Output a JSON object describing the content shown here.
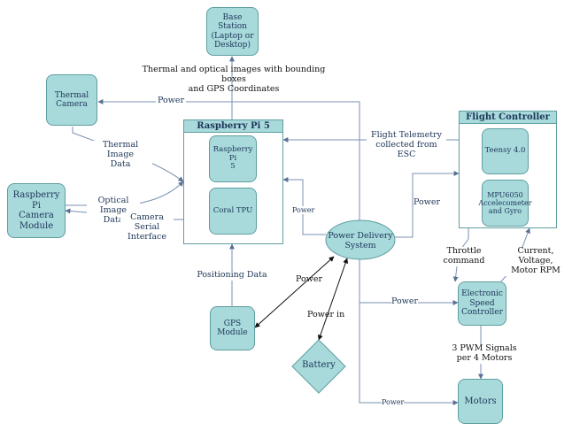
{
  "nodes": {
    "base_station": "Base Station\n(Laptop or\nDesktop)",
    "thermal_camera": "Thermal\nCamera",
    "rpi_camera": "Raspberry Pi\nCamera\nModule",
    "rpi5_inner": "Raspberry Pi\n5",
    "coral_tpu": "Coral TPU",
    "power_delivery": "Power Delivery\nSystem",
    "teensy": "Teensy 4.0",
    "mpu": "MPU6050\nAccelecometer\nand Gyro",
    "esc": "Electronic\nSpeed\nController",
    "gps": "GPS\nModule",
    "battery": "Battery",
    "motors": "Motors"
  },
  "groups": {
    "rpi5": "Raspberry Pi 5",
    "flight_controller": "Flight Controller"
  },
  "edge_labels": {
    "to_base": "Thermal and optical images with bounding boxes\nand GPS Coordinates",
    "power_thermal": "Power",
    "thermal_data": "Thermal Image\nData",
    "optical_data": "Optical Image\nData",
    "camera_serial": "Camera Serial\nInterface",
    "flight_telemetry": "Flight Telemetry\ncollected from ESC",
    "power_rpi": "Power",
    "power_fc": "Power",
    "throttle": "Throttle\ncommand",
    "current_voltage": "Current, Voltage,\nMotor RPM",
    "positioning": "Positioning Data",
    "power_gps": "Power",
    "power_in": "Power in",
    "power_esc": "Power",
    "pwm": "3 PWM Signals\nper 4 Motors",
    "power_motors": "Power"
  },
  "colors": {
    "node_fill": "#a8dadc",
    "node_border": "#5f9ea0",
    "text": "#1d3557",
    "line": "#7a8fb0"
  }
}
